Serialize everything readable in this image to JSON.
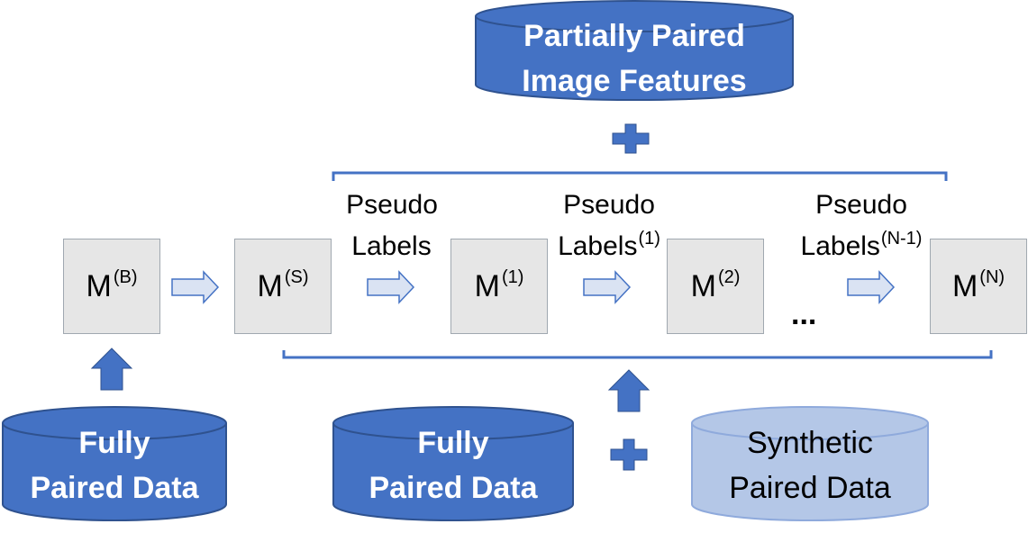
{
  "top_source": {
    "line1": "Partially Paired",
    "line2": "Image Features"
  },
  "models": {
    "base": {
      "letter": "M",
      "sup": "(B)"
    },
    "synthetic": {
      "letter": "M",
      "sup": "(S)"
    },
    "iter1": {
      "letter": "M",
      "sup": "(1)"
    },
    "iter2": {
      "letter": "M",
      "sup": "(2)"
    },
    "iterN": {
      "letter": "M",
      "sup": "(N)"
    }
  },
  "pseudo_labels": [
    {
      "line1": "Pseudo",
      "line2": "Labels",
      "sup": ""
    },
    {
      "line1": "Pseudo",
      "line2": "Labels",
      "sup": "(1)"
    },
    {
      "line1": "Pseudo",
      "line2": "Labels",
      "sup": "(N-1)"
    }
  ],
  "ellipsis": "...",
  "bottom_sources": {
    "left": {
      "line1": "Fully",
      "line2": "Paired Data"
    },
    "middle": {
      "line1": "Fully",
      "line2": "Paired Data"
    },
    "right": {
      "line1": "Synthetic",
      "line2": "Paired Data"
    }
  },
  "colors": {
    "primary_blue": "#4472c4",
    "cylinder_stroke": "#2f528f",
    "light_blue": "#b4c7e7",
    "light_blue_stroke": "#8faadc",
    "model_fill": "#e6e6e6"
  }
}
